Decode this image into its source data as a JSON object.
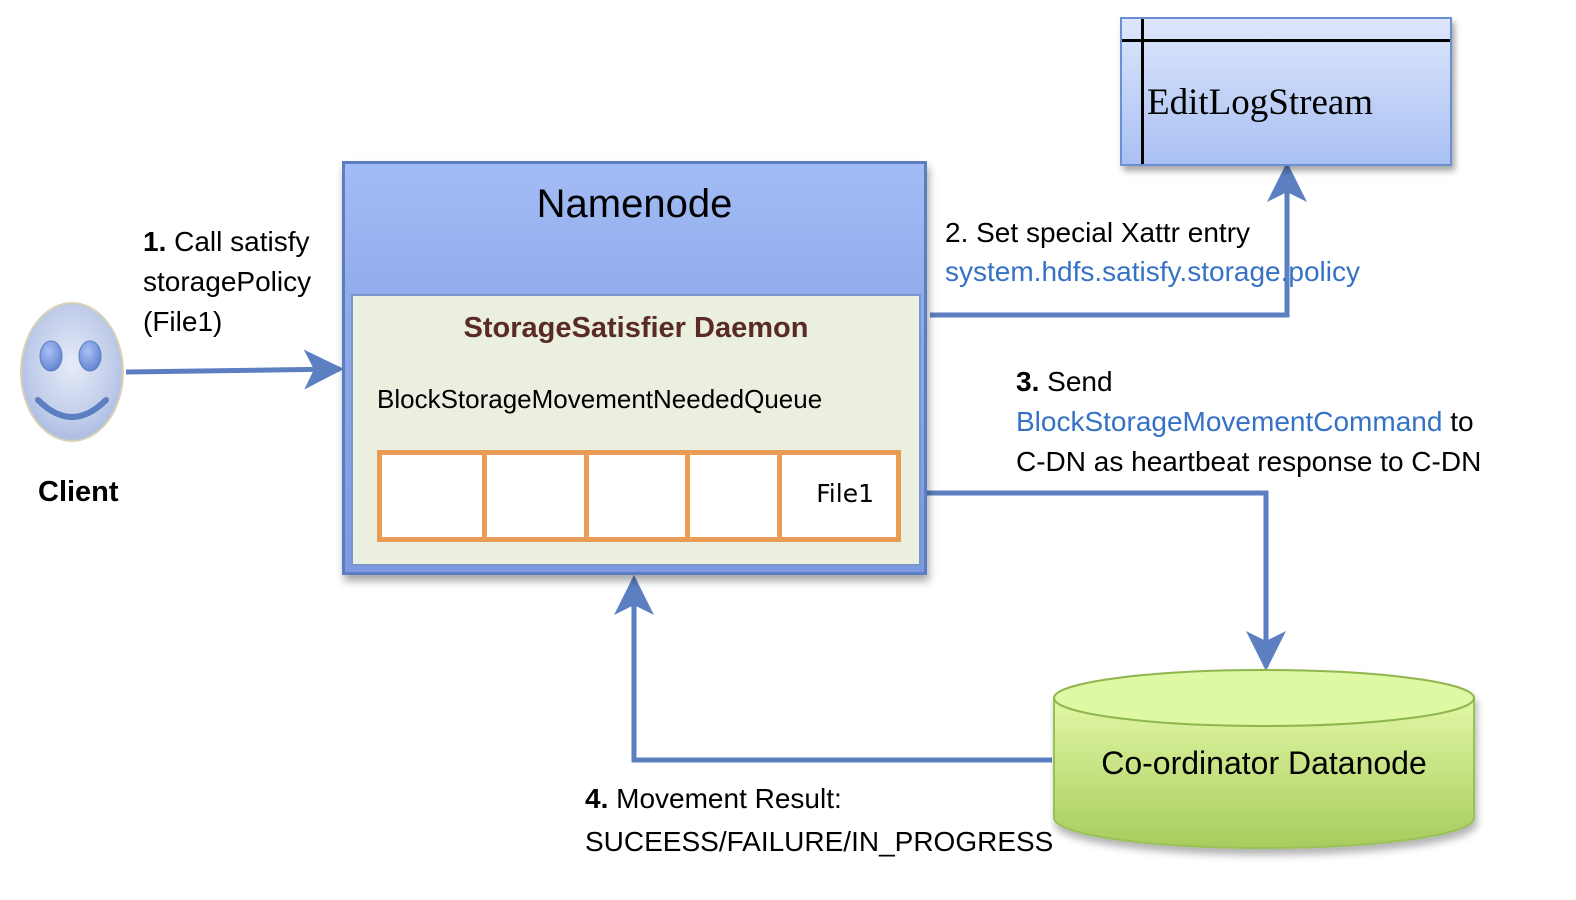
{
  "diagram": {
    "nodes": {
      "edit_log_stream": {
        "label": "EditLogStream"
      },
      "namenode": {
        "label": "Namenode"
      },
      "daemon": {
        "label": "StorageSatisfier Daemon"
      },
      "queue": {
        "label": "BlockStorageMovementNeededQueue",
        "cells": [
          "",
          "",
          "",
          "",
          "File1"
        ]
      },
      "client": {
        "label": "Client"
      },
      "datanode": {
        "label": "Co-ordinator Datanode"
      }
    },
    "steps": {
      "step1": {
        "num": "1.",
        "line1": " Call satisfy",
        "line2": "storagePolicy",
        "line3": "(File1)"
      },
      "step2": {
        "line1": "2. Set special Xattr entry",
        "xattr": "system.hdfs.satisfy.storage.policy"
      },
      "step3": {
        "num": "3.",
        "line1": " Send",
        "command": "BlockStorageMovementCommand",
        "to": " to",
        "line3": "C-DN as heartbeat response to C-DN"
      },
      "step4": {
        "num": "4.",
        "line1": " Movement Result:",
        "line2": "SUCEESS/FAILURE/IN_PROGRESS"
      }
    },
    "edges": [
      {
        "from": "client",
        "to": "namenode",
        "step": "1"
      },
      {
        "from": "namenode",
        "to": "edit_log_stream",
        "step": "2"
      },
      {
        "from": "queue",
        "to": "datanode",
        "step": "3"
      },
      {
        "from": "datanode",
        "to": "namenode",
        "step": "4"
      }
    ],
    "colors": {
      "arrow": "#5b7fc0",
      "highlight_text": "#3572c6",
      "daemon_title": "#5a2a27",
      "queue_border": "#eb9b53",
      "namenode_fill": "#8fabea",
      "datanode_fill": "#c9e48a"
    }
  }
}
